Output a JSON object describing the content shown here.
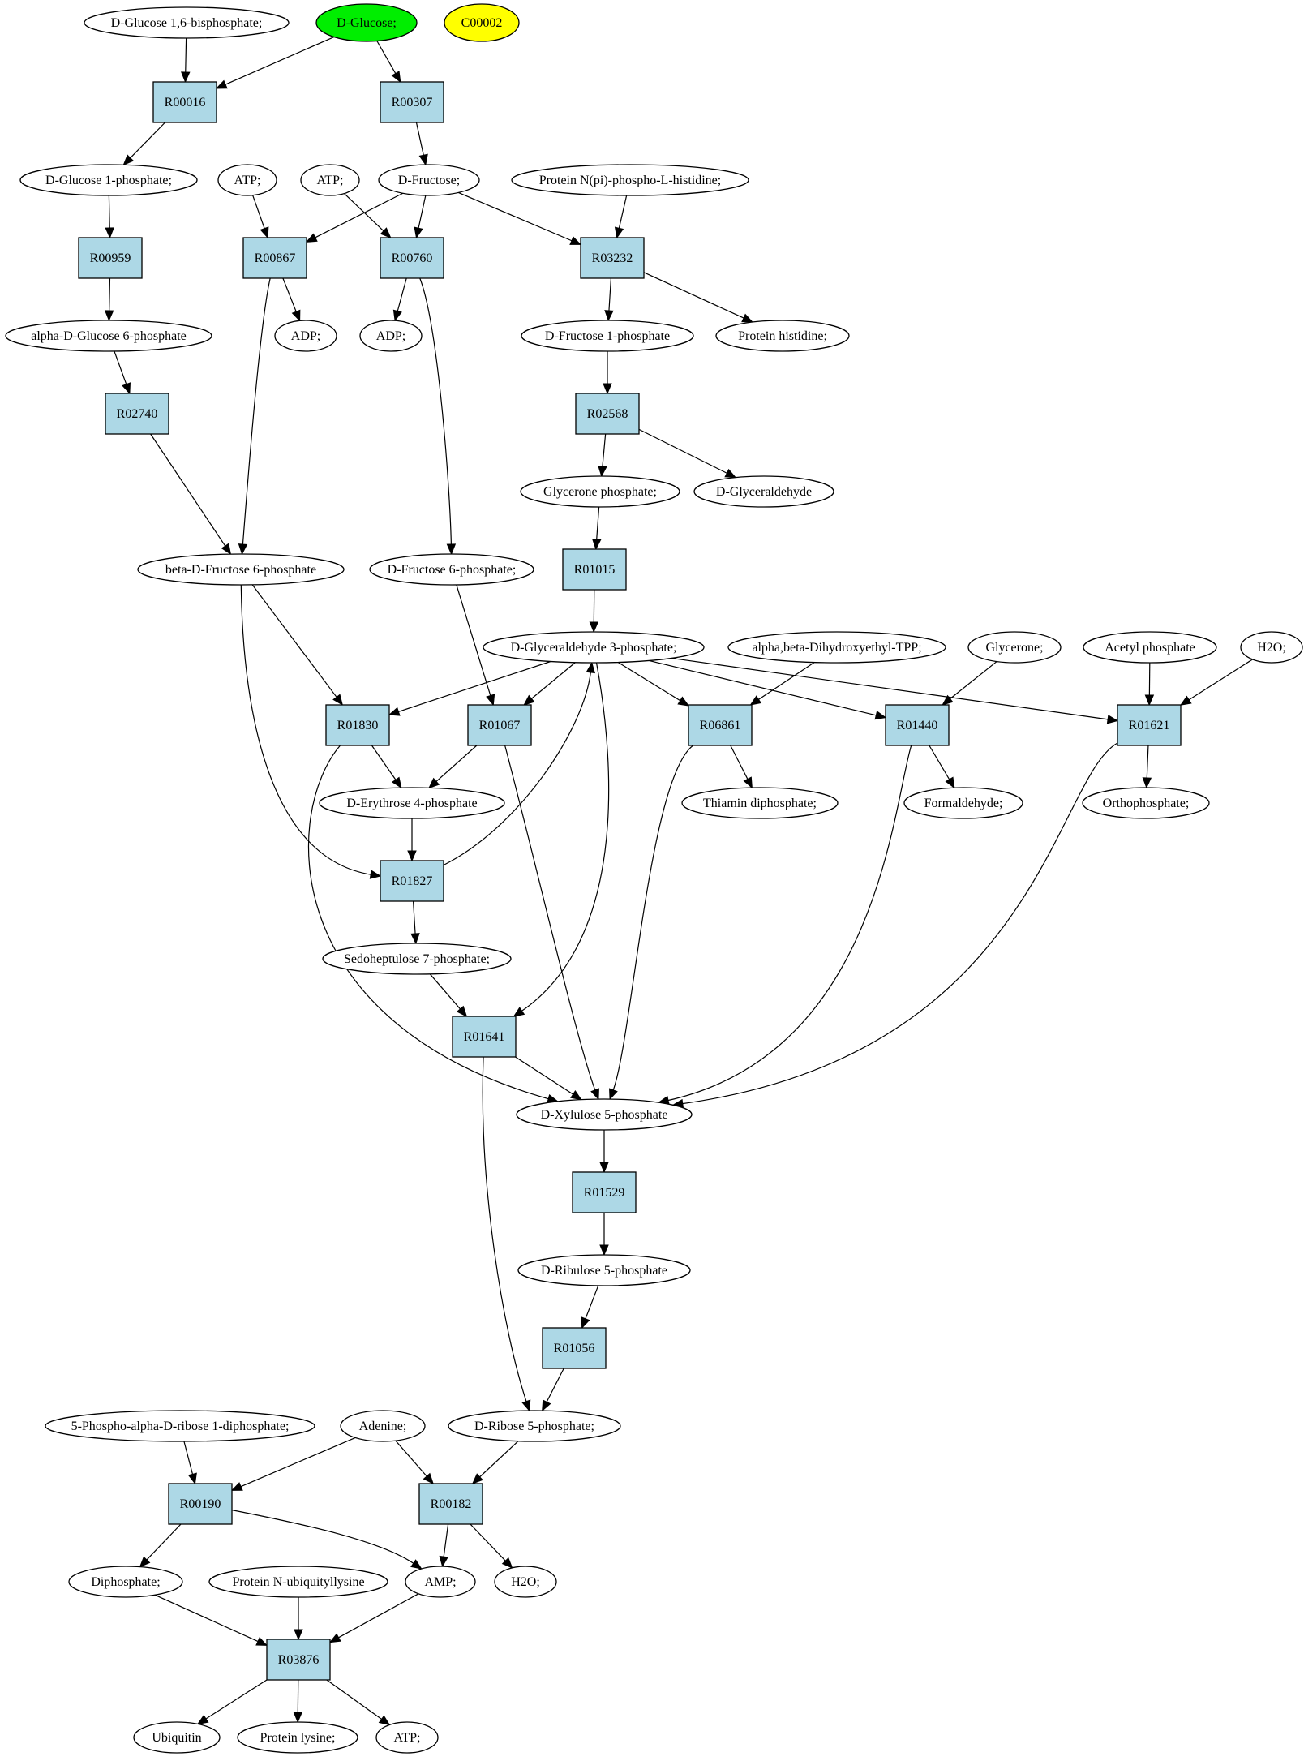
{
  "colors": {
    "reaction_fill": "#add8e6",
    "compound_fill": "#ffffff",
    "highlight_query": "#00ee00",
    "highlight_id": "#ffff00",
    "stroke": "#000000"
  },
  "nodes": [
    {
      "id": "c_glc16bp",
      "label": "D-Glucose 1,6-bisphosphate;",
      "kind": "compound"
    },
    {
      "id": "c_glucose",
      "label": "D-Glucose;",
      "kind": "compound",
      "highlight": "query"
    },
    {
      "id": "c_c00002",
      "label": "C00002",
      "kind": "compound",
      "highlight": "id"
    },
    {
      "id": "r00016",
      "label": "R00016",
      "kind": "reaction"
    },
    {
      "id": "r00307",
      "label": "R00307",
      "kind": "reaction"
    },
    {
      "id": "c_glc1p",
      "label": "D-Glucose 1-phosphate;",
      "kind": "compound"
    },
    {
      "id": "c_atp1",
      "label": "ATP;",
      "kind": "compound"
    },
    {
      "id": "c_atp2",
      "label": "ATP;",
      "kind": "compound"
    },
    {
      "id": "c_fructose",
      "label": "D-Fructose;",
      "kind": "compound"
    },
    {
      "id": "c_protnpi",
      "label": "Protein N(pi)-phospho-L-histidine;",
      "kind": "compound"
    },
    {
      "id": "r00959",
      "label": "R00959",
      "kind": "reaction"
    },
    {
      "id": "r00867",
      "label": "R00867",
      "kind": "reaction"
    },
    {
      "id": "r00760",
      "label": "R00760",
      "kind": "reaction"
    },
    {
      "id": "r03232",
      "label": "R03232",
      "kind": "reaction"
    },
    {
      "id": "c_aglc6p",
      "label": "alpha-D-Glucose 6-phosphate",
      "kind": "compound"
    },
    {
      "id": "c_adp1",
      "label": "ADP;",
      "kind": "compound"
    },
    {
      "id": "c_adp2",
      "label": "ADP;",
      "kind": "compound"
    },
    {
      "id": "c_fru1p",
      "label": "D-Fructose 1-phosphate",
      "kind": "compound"
    },
    {
      "id": "c_prothis",
      "label": "Protein histidine;",
      "kind": "compound"
    },
    {
      "id": "r02740",
      "label": "R02740",
      "kind": "reaction"
    },
    {
      "id": "r02568",
      "label": "R02568",
      "kind": "reaction"
    },
    {
      "id": "c_dhap",
      "label": "Glycerone phosphate;",
      "kind": "compound"
    },
    {
      "id": "c_glyald",
      "label": "D-Glyceraldehyde",
      "kind": "compound"
    },
    {
      "id": "r01015",
      "label": "R01015",
      "kind": "reaction"
    },
    {
      "id": "c_bfru6p",
      "label": "beta-D-Fructose 6-phosphate",
      "kind": "compound"
    },
    {
      "id": "c_fru6p",
      "label": "D-Fructose 6-phosphate;",
      "kind": "compound"
    },
    {
      "id": "c_gap",
      "label": "D-Glyceraldehyde 3-phosphate;",
      "kind": "compound"
    },
    {
      "id": "c_abdhe",
      "label": "alpha,beta-Dihydroxyethyl-TPP;",
      "kind": "compound"
    },
    {
      "id": "c_glycerone",
      "label": "Glycerone;",
      "kind": "compound"
    },
    {
      "id": "c_acetylp",
      "label": "Acetyl phosphate",
      "kind": "compound"
    },
    {
      "id": "c_h2o1",
      "label": "H2O;",
      "kind": "compound"
    },
    {
      "id": "r01830",
      "label": "R01830",
      "kind": "reaction"
    },
    {
      "id": "r01067",
      "label": "R01067",
      "kind": "reaction"
    },
    {
      "id": "r06861",
      "label": "R06861",
      "kind": "reaction"
    },
    {
      "id": "r01440",
      "label": "R01440",
      "kind": "reaction"
    },
    {
      "id": "r01621",
      "label": "R01621",
      "kind": "reaction"
    },
    {
      "id": "c_e4p",
      "label": "D-Erythrose 4-phosphate",
      "kind": "compound"
    },
    {
      "id": "c_thdp",
      "label": "Thiamin diphosphate;",
      "kind": "compound"
    },
    {
      "id": "c_formald",
      "label": "Formaldehyde;",
      "kind": "compound"
    },
    {
      "id": "c_ortho",
      "label": "Orthophosphate;",
      "kind": "compound"
    },
    {
      "id": "r01827",
      "label": "R01827",
      "kind": "reaction"
    },
    {
      "id": "c_s7p",
      "label": "Sedoheptulose 7-phosphate;",
      "kind": "compound"
    },
    {
      "id": "r01641",
      "label": "R01641",
      "kind": "reaction"
    },
    {
      "id": "c_xu5p",
      "label": "D-Xylulose 5-phosphate",
      "kind": "compound"
    },
    {
      "id": "r01529",
      "label": "R01529",
      "kind": "reaction"
    },
    {
      "id": "c_ru5p",
      "label": "D-Ribulose 5-phosphate",
      "kind": "compound"
    },
    {
      "id": "r01056",
      "label": "R01056",
      "kind": "reaction"
    },
    {
      "id": "c_prpp",
      "label": "5-Phospho-alpha-D-ribose 1-diphosphate;",
      "kind": "compound"
    },
    {
      "id": "c_adenine",
      "label": "Adenine;",
      "kind": "compound"
    },
    {
      "id": "c_r5p",
      "label": "D-Ribose 5-phosphate;",
      "kind": "compound"
    },
    {
      "id": "r00190",
      "label": "R00190",
      "kind": "reaction"
    },
    {
      "id": "r00182",
      "label": "R00182",
      "kind": "reaction"
    },
    {
      "id": "c_diphos",
      "label": "Diphosphate;",
      "kind": "compound"
    },
    {
      "id": "c_protnub",
      "label": "Protein N-ubiquityllysine",
      "kind": "compound"
    },
    {
      "id": "c_amp",
      "label": "AMP;",
      "kind": "compound"
    },
    {
      "id": "c_h2o2",
      "label": "H2O;",
      "kind": "compound"
    },
    {
      "id": "r03876",
      "label": "R03876",
      "kind": "reaction"
    },
    {
      "id": "c_ubiq",
      "label": "Ubiquitin",
      "kind": "compound"
    },
    {
      "id": "c_protlys",
      "label": "Protein lysine;",
      "kind": "compound"
    },
    {
      "id": "c_atp3",
      "label": "ATP;",
      "kind": "compound"
    }
  ],
  "edges": [
    [
      "c_glc16bp",
      "r00016"
    ],
    [
      "c_glucose",
      "r00016"
    ],
    [
      "c_glucose",
      "r00307"
    ],
    [
      "r00016",
      "c_glc1p"
    ],
    [
      "r00307",
      "c_fructose"
    ],
    [
      "c_glc1p",
      "r00959"
    ],
    [
      "c_atp1",
      "r00867"
    ],
    [
      "c_fructose",
      "r00867"
    ],
    [
      "c_atp2",
      "r00760"
    ],
    [
      "c_fructose",
      "r00760"
    ],
    [
      "c_fructose",
      "r03232"
    ],
    [
      "c_protnpi",
      "r03232"
    ],
    [
      "r00959",
      "c_aglc6p"
    ],
    [
      "r00867",
      "c_adp1"
    ],
    [
      "r00760",
      "c_adp2"
    ],
    [
      "r03232",
      "c_fru1p"
    ],
    [
      "r03232",
      "c_prothis"
    ],
    [
      "c_aglc6p",
      "r02740"
    ],
    [
      "c_fru1p",
      "r02568"
    ],
    [
      "r02568",
      "c_dhap"
    ],
    [
      "r02568",
      "c_glyald"
    ],
    [
      "c_dhap",
      "r01015"
    ],
    [
      "r02740",
      "c_bfru6p"
    ],
    [
      "r00867",
      "c_bfru6p"
    ],
    [
      "r00760",
      "c_fru6p"
    ],
    [
      "r01015",
      "c_gap"
    ],
    [
      "c_bfru6p",
      "r01830"
    ],
    [
      "c_gap",
      "r01830"
    ],
    [
      "c_gap",
      "r01067"
    ],
    [
      "c_fru6p",
      "r01067"
    ],
    [
      "c_gap",
      "r06861"
    ],
    [
      "c_abdhe",
      "r06861"
    ],
    [
      "c_gap",
      "r01440"
    ],
    [
      "c_glycerone",
      "r01440"
    ],
    [
      "c_gap",
      "r01621"
    ],
    [
      "c_acetylp",
      "r01621"
    ],
    [
      "c_h2o1",
      "r01621"
    ],
    [
      "r01830",
      "c_e4p"
    ],
    [
      "r01067",
      "c_e4p"
    ],
    [
      "r06861",
      "c_thdp"
    ],
    [
      "r01440",
      "c_formald"
    ],
    [
      "r01621",
      "c_ortho"
    ],
    [
      "c_e4p",
      "r01827"
    ],
    [
      "c_bfru6p",
      "r01827"
    ],
    [
      "r01827",
      "c_gap"
    ],
    [
      "r01827",
      "c_s7p"
    ],
    [
      "c_s7p",
      "r01641"
    ],
    [
      "c_gap",
      "r01641"
    ],
    [
      "r01641",
      "c_xu5p"
    ],
    [
      "r01830",
      "c_xu5p"
    ],
    [
      "r01067",
      "c_xu5p"
    ],
    [
      "r06861",
      "c_xu5p"
    ],
    [
      "r01440",
      "c_xu5p"
    ],
    [
      "r01621",
      "c_xu5p"
    ],
    [
      "c_xu5p",
      "r01529"
    ],
    [
      "r01529",
      "c_ru5p"
    ],
    [
      "c_ru5p",
      "r01056"
    ],
    [
      "r01056",
      "c_r5p"
    ],
    [
      "r01641",
      "c_r5p"
    ],
    [
      "c_prpp",
      "r00190"
    ],
    [
      "c_adenine",
      "r00190"
    ],
    [
      "c_adenine",
      "r00182"
    ],
    [
      "c_r5p",
      "r00182"
    ],
    [
      "r00190",
      "c_diphos"
    ],
    [
      "r00190",
      "c_amp"
    ],
    [
      "r00182",
      "c_amp"
    ],
    [
      "r00182",
      "c_h2o2"
    ],
    [
      "c_diphos",
      "r03876"
    ],
    [
      "c_protnub",
      "r03876"
    ],
    [
      "c_amp",
      "r03876"
    ],
    [
      "r03876",
      "c_ubiq"
    ],
    [
      "r03876",
      "c_protlys"
    ],
    [
      "r03876",
      "c_atp3"
    ]
  ]
}
